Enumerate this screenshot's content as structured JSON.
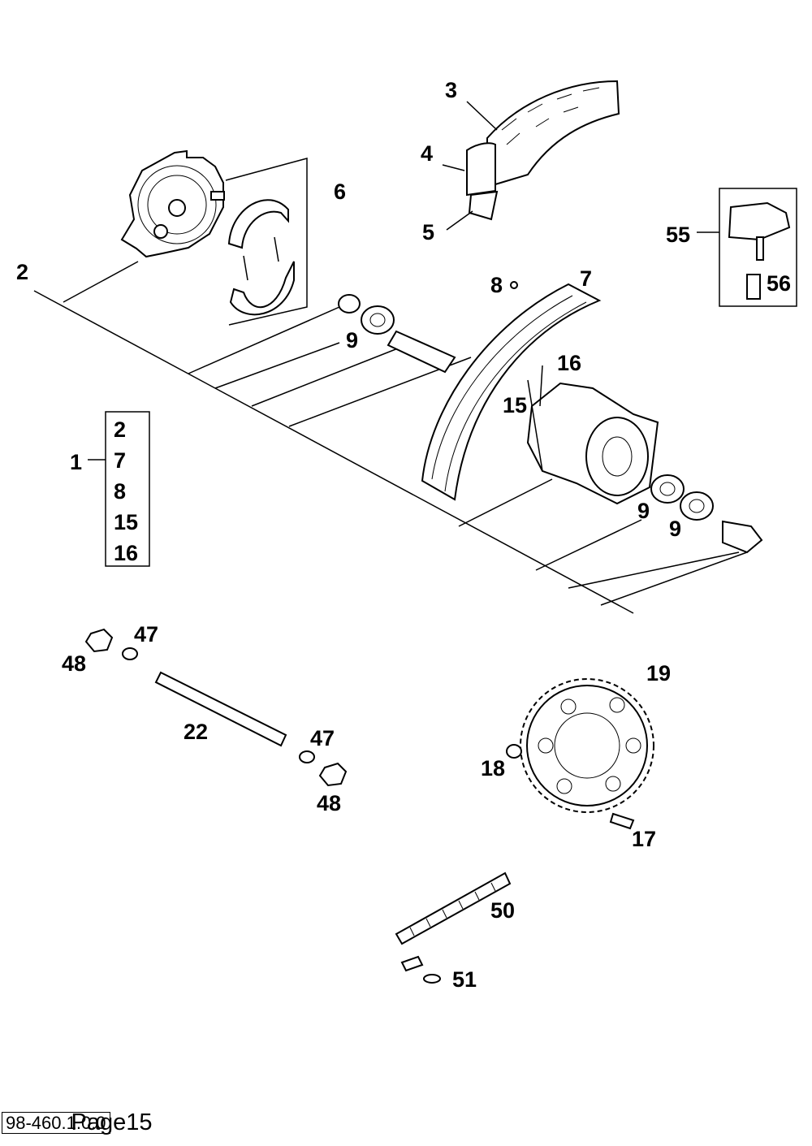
{
  "diagram": {
    "callouts": {
      "c1": "1",
      "c2": "2",
      "c3": "3",
      "c4": "4",
      "c5": "5",
      "c6": "6",
      "c7": "7",
      "c8": "8",
      "c9a": "9",
      "c9b": "9",
      "c9c": "9",
      "c15": "15",
      "c16": "16",
      "c17": "17",
      "c18": "18",
      "c19": "19",
      "c22": "22",
      "c47a": "47",
      "c47b": "47",
      "c48a": "48",
      "c48b": "48",
      "c50": "50",
      "c51": "51",
      "c55": "55",
      "c56": "56"
    },
    "kit_box": [
      "2",
      "7",
      "8",
      "15",
      "16"
    ]
  },
  "footer": {
    "code": "98-460.1.0.0",
    "page": "Page15"
  }
}
